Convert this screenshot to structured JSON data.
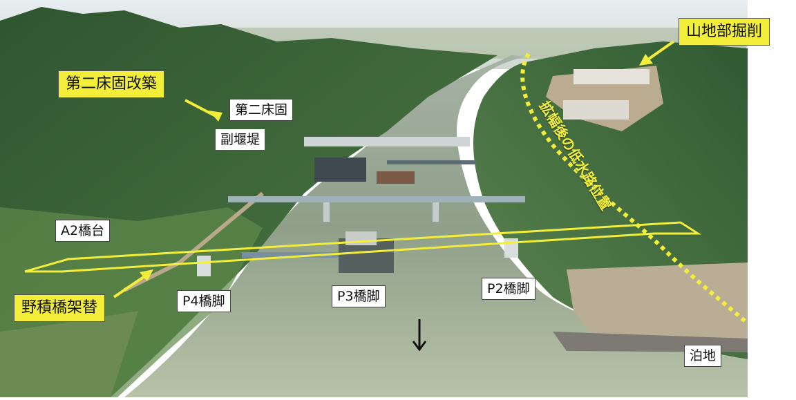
{
  "labels": {
    "mountain_excavation": "山地部掘削",
    "second_weir_renovation": "第二床固改築",
    "second_weir": "第二床固",
    "sub_weir": "副堰堤",
    "a2_abutment": "A2橋台",
    "bridge_replacement": "野積橋架替",
    "p4_pier": "P4橋脚",
    "p3_pier": "P3橋脚",
    "p2_pier": "P2橋脚",
    "anchorage": "泊地",
    "low_water_channel": "拡幅後の低水路位置"
  },
  "colors": {
    "highlight_yellow": "#f2ee3a",
    "river_water": "#8f9f89",
    "hills": "#3f6a3a",
    "sky": "#dfe8ee"
  },
  "icons": {
    "flow_arrow": "down-arrow-icon"
  }
}
